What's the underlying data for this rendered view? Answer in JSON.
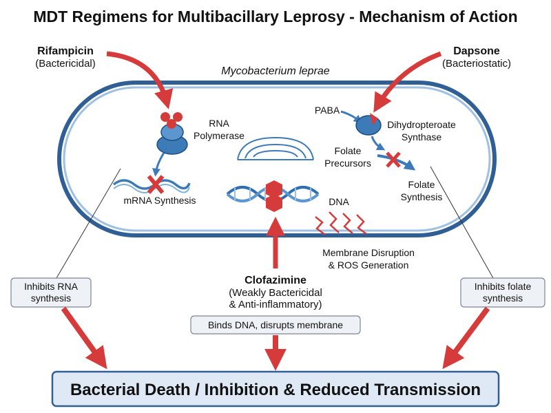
{
  "title": "MDT Regimens for Multibacillary Leprosy - Mechanism of Action",
  "organism": "Mycobacterium leprae",
  "drugs": {
    "rifampicin": {
      "name": "Rifampicin",
      "type": "(Bactericidal)",
      "target_line1": "RNA",
      "target_line2": "Polymerase",
      "process": "mRNA Synthesis",
      "effect_line1": "Inhibits RNA",
      "effect_line2": "synthesis"
    },
    "dapsone": {
      "name": "Dapsone",
      "type": "(Bacteriostatic)",
      "substrate": "PABA",
      "enzyme_line1": "Dihydropteroate",
      "enzyme_line2": "Synthase",
      "precursors_line1": "Folate",
      "precursors_line2": "Precursors",
      "process_line1": "Folate",
      "process_line2": "Synthesis",
      "effect_line1": "Inhibits folate",
      "effect_line2": "synthesis"
    },
    "clofazimine": {
      "name": "Clofazimine",
      "type_line1": "(Weakly Bactericidal",
      "type_line2": "& Anti-inflammatory)",
      "target": "DNA",
      "membrane_line1": "Membrane Disruption",
      "membrane_line2": "& ROS Generation",
      "effect": "Binds DNA, disrupts membrane"
    }
  },
  "outcome": "Bacterial Death / Inhibition & Reduced Transmission",
  "colors": {
    "arrow_red": "#d63b3b",
    "enzyme_blue": "#3d7ab8",
    "outcome_fill": "#dfe8f5",
    "cell_border": "#2f5f95"
  }
}
